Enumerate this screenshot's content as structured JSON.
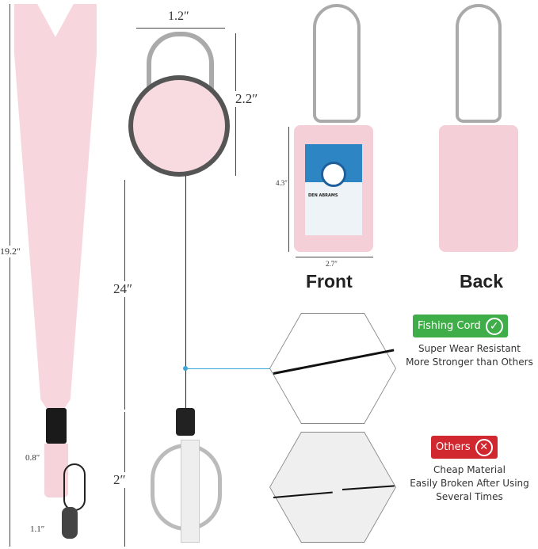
{
  "dimensions": {
    "reel_width": "1.2″",
    "reel_height": "2.2″",
    "cord_length": "24″",
    "clip_length": "2″",
    "lanyard_length": "19.2″",
    "buckle_width": "0.8″",
    "strap_width": "1.1″",
    "card_height": "4.3″",
    "card_width": "2.7″"
  },
  "views": {
    "front": "Front",
    "back": "Back"
  },
  "id_card": {
    "name": "DEN ABRAMS"
  },
  "comparison": {
    "good": {
      "label": "Fishing Cord",
      "icon": "check-circle-icon",
      "color": "#3fae49",
      "lines": [
        "Super Wear Resistant",
        "More Stronger than Others"
      ]
    },
    "bad": {
      "label": "Others",
      "icon": "x-circle-icon",
      "color": "#d0282e",
      "lines": [
        "Cheap Material",
        "Easily Broken After Using",
        "Several Times"
      ]
    }
  },
  "colors": {
    "pink": "#f7d6dd",
    "accent_blue": "#3aa8d8"
  }
}
